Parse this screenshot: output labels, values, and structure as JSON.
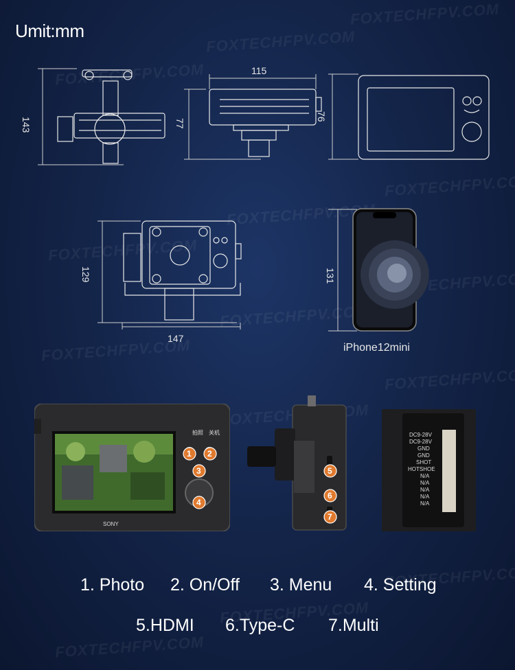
{
  "unit_label": "Umit:mm",
  "watermark": "FOXTECHFPV.COM",
  "dimensions": {
    "front_height": "143",
    "side_width": "115",
    "side_height": "77",
    "screen_height": "76",
    "top_height": "129",
    "top_width": "147",
    "phone_height": "131"
  },
  "phone_caption": "iPhone12mini",
  "screen_buttons": [
    "拍照",
    "关机"
  ],
  "brand": "SONY",
  "connector_pins": [
    "DC9-28V",
    "DC9-28V",
    "GND",
    "GND",
    "SHOT",
    "HOTSHOE",
    "N/A",
    "N/A",
    "N/A",
    "N/A",
    "N/A"
  ],
  "badges": [
    "1",
    "2",
    "3",
    "4",
    "5",
    "6",
    "7"
  ],
  "legend_row1": [
    "1. Photo",
    "2. On/Off",
    "3. Menu",
    "4. Setting"
  ],
  "legend_row2": [
    "5.HDMI",
    "6.Type-C",
    "7.Multi"
  ]
}
